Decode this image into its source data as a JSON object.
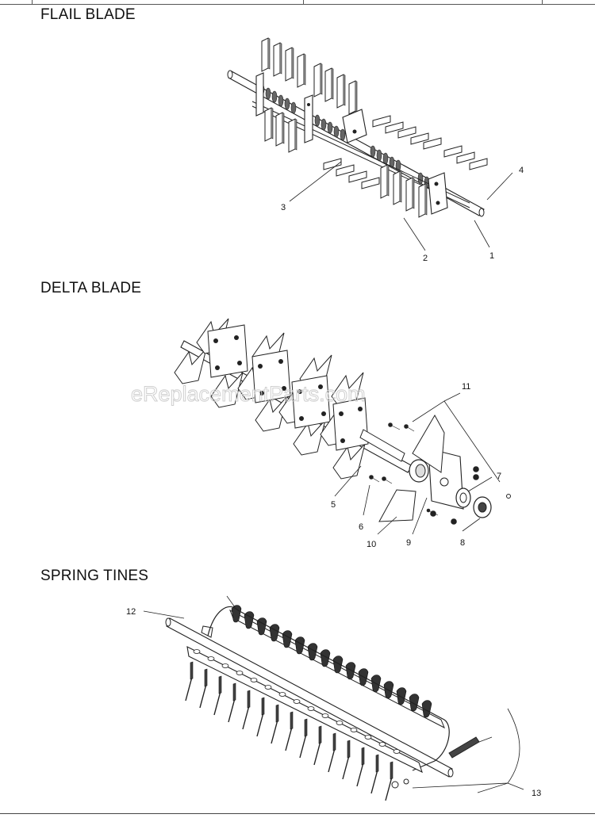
{
  "sections": {
    "flail": {
      "title": "FLAIL BLADE",
      "callouts": [
        "1",
        "2",
        "3",
        "4"
      ]
    },
    "delta": {
      "title": "DELTA BLADE",
      "callouts": [
        "5",
        "6",
        "7",
        "8",
        "9",
        "10",
        "11"
      ]
    },
    "spring": {
      "title": "SPRING TINES",
      "callouts": [
        "12",
        "13"
      ]
    }
  },
  "watermark": "eReplacementParts.com"
}
